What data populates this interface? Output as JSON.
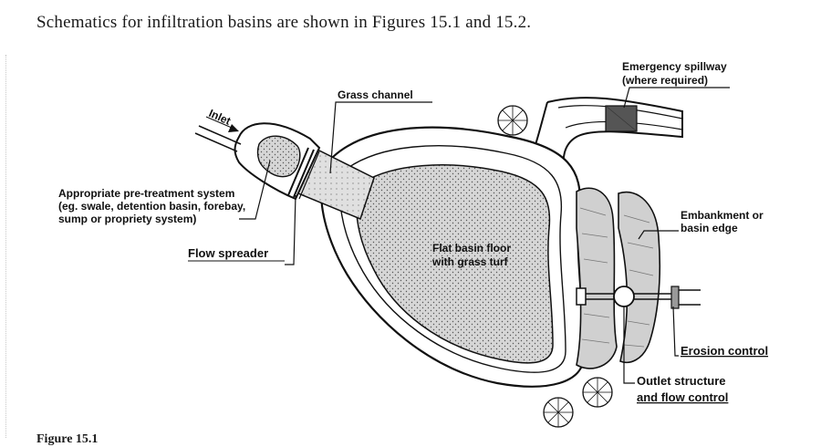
{
  "intro_text": "Schematics for infiltration basins are shown in Figures 15.1 and 15.2.",
  "caption": "Figure 15.1",
  "labels": {
    "inlet": "Inlet",
    "grass_channel": "Grass channel",
    "emergency_spillway_1": "Emergency spillway",
    "emergency_spillway_2": "(where required)",
    "pretreatment_1": "Appropriate pre-treatment system",
    "pretreatment_2": "(eg. swale, detention basin, forebay,",
    "pretreatment_3": "sump or propriety system)",
    "flow_spreader": "Flow spreader",
    "basin_floor_1": "Flat basin floor",
    "basin_floor_2": "with grass turf",
    "embankment_1": "Embankment or",
    "embankment_2": "basin edge",
    "erosion_control": "Erosion control",
    "outlet_1": "Outlet structure",
    "outlet_2": "and flow control"
  }
}
